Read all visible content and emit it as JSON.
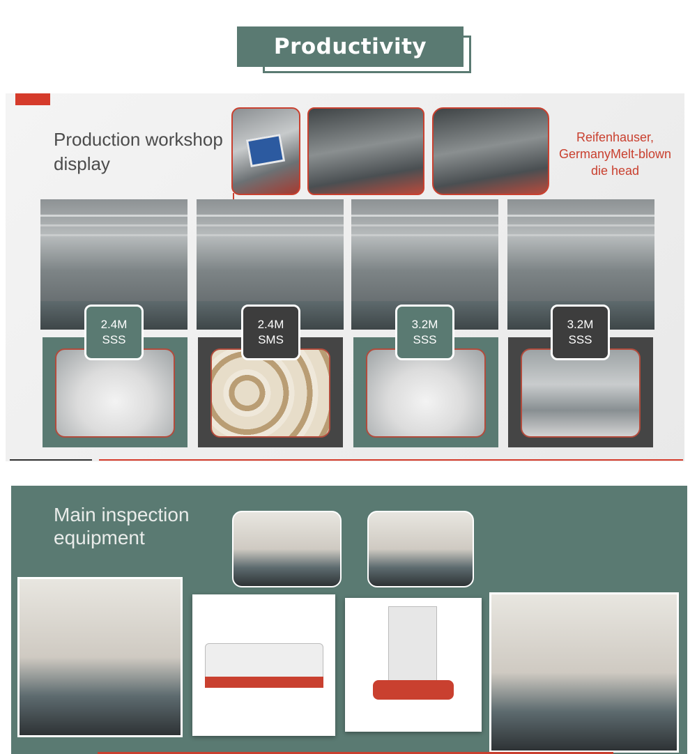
{
  "header": {
    "title": "Productivity"
  },
  "workshop": {
    "heading": "Production workshop display",
    "die_head_caption": "Reifenhauser, GermanyMelt-blown die head",
    "lines": [
      {
        "size": "2.4M",
        "type": "SSS"
      },
      {
        "size": "2.4M",
        "type": "SMS"
      },
      {
        "size": "3.2M",
        "type": "SSS"
      },
      {
        "size": "3.2M",
        "type": "SSS"
      }
    ]
  },
  "inspection": {
    "heading": "Main inspection equipment"
  },
  "colors": {
    "brand_green": "#5a7a72",
    "accent_red": "#c9402f",
    "dark_panel": "#454545"
  }
}
